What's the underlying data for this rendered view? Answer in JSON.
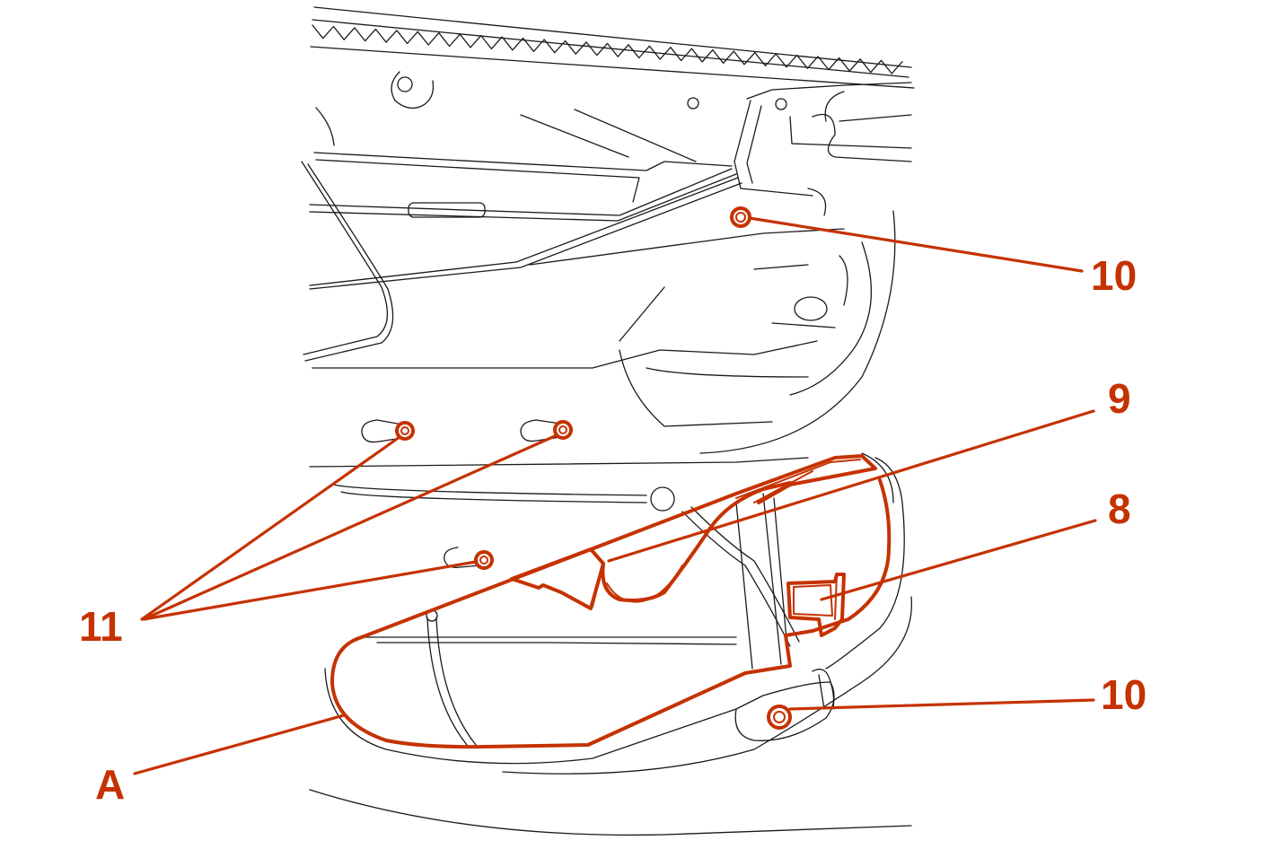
{
  "callouts": {
    "c10_top": "10",
    "c9": "9",
    "c8": "8",
    "c10_bottom": "10",
    "c11": "11",
    "cA": "A"
  },
  "colors": {
    "accent": "#c53200",
    "line": "#1a1a1a",
    "background": "#ffffff"
  }
}
